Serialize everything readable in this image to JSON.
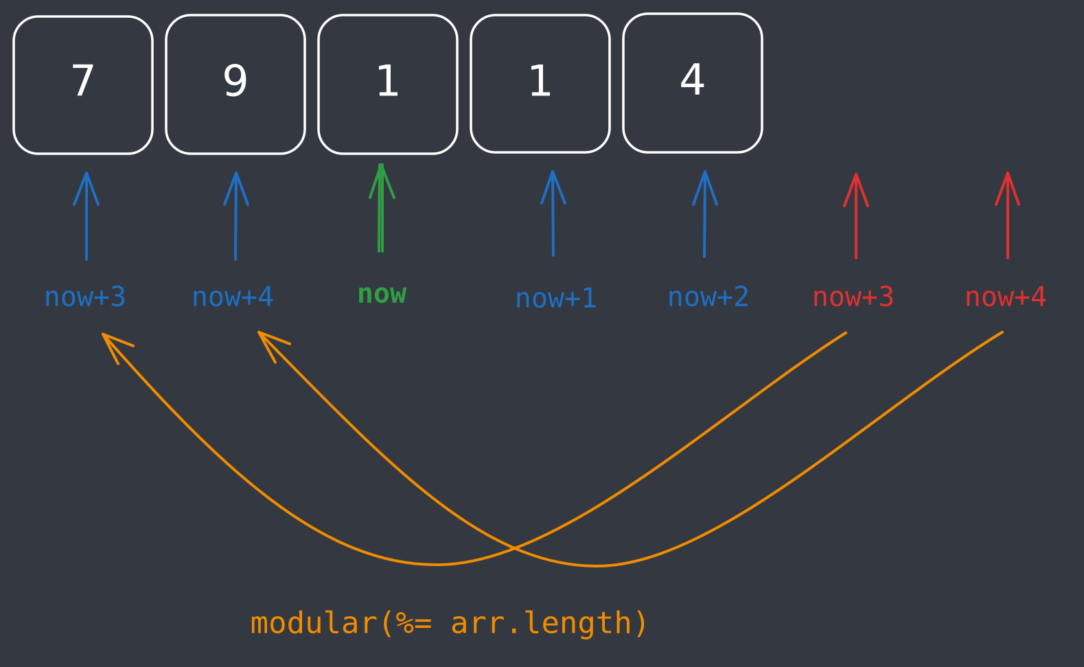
{
  "colors": {
    "background": "#343840",
    "box_stroke": "#ffffff",
    "blue": "#1f6fc5",
    "green": "#2f9e44",
    "red": "#e03131",
    "orange": "#f08c00"
  },
  "array_cells": [
    {
      "value": "7"
    },
    {
      "value": "9"
    },
    {
      "value": "1"
    },
    {
      "value": "1"
    },
    {
      "value": "4"
    }
  ],
  "pointers": [
    {
      "label": "now+3",
      "color": "blue"
    },
    {
      "label": "now+4",
      "color": "blue"
    },
    {
      "label": "now",
      "color": "green"
    },
    {
      "label": "now+1",
      "color": "blue"
    },
    {
      "label": "now+2",
      "color": "blue"
    },
    {
      "label": "now+3",
      "color": "red"
    },
    {
      "label": "now+4",
      "color": "red"
    }
  ],
  "caption": "modular(%= arr.length)"
}
